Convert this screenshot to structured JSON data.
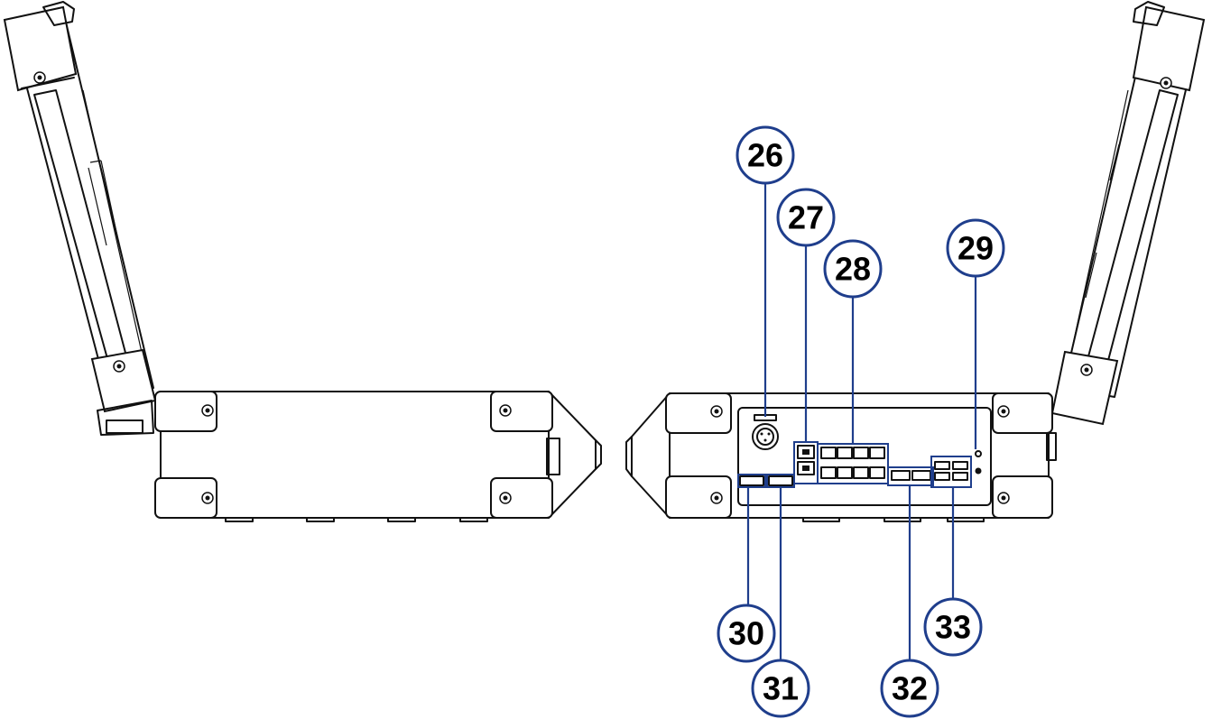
{
  "callouts": [
    {
      "number": "26"
    },
    {
      "number": "27"
    },
    {
      "number": "28"
    },
    {
      "number": "29"
    },
    {
      "number": "30"
    },
    {
      "number": "31"
    },
    {
      "number": "32"
    },
    {
      "number": "33"
    }
  ],
  "colors": {
    "callout_outline": "#1f3e8c",
    "line_art": "#111111",
    "background": "#ffffff"
  }
}
